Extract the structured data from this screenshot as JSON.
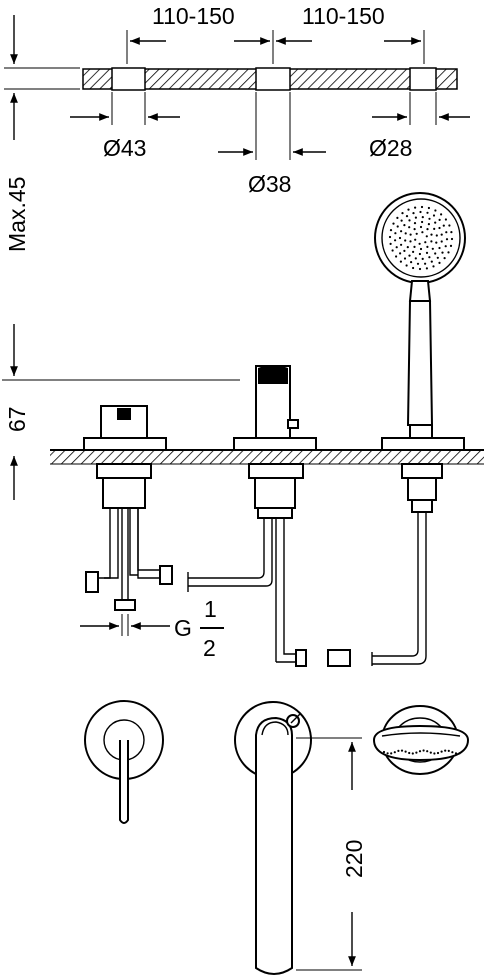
{
  "dimensions": {
    "spacing_left": "110-150",
    "spacing_right": "110-150",
    "dia_left": "Ø43",
    "dia_center": "Ø38",
    "dia_right": "Ø28",
    "max_deck": "Max.45",
    "height_67": "67",
    "thread_g": "G",
    "thread_num": "1",
    "thread_den": "2",
    "wall_220": "220"
  }
}
